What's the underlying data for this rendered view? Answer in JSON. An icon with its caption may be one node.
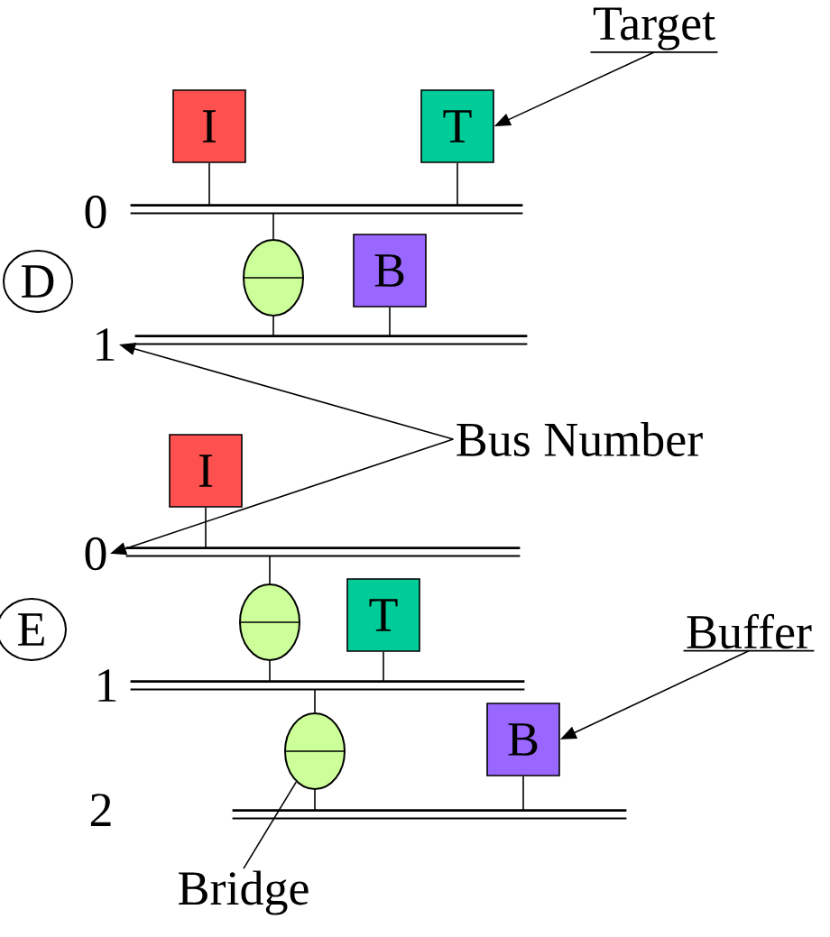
{
  "diagram": {
    "nodes": [
      {
        "text": [
          "Target"
        ]
      },
      {
        "text": [
          "I"
        ]
      },
      {
        "text": [
          "T"
        ]
      },
      {
        "text": [
          "0"
        ]
      },
      {
        "text": [],
        "shape": "bar"
      },
      {
        "text": [
          "D"
        ]
      },
      {
        "text": [],
        "shape": "ellipse"
      },
      {
        "text": [
          "B"
        ]
      },
      {
        "text": [
          "1"
        ]
      },
      {
        "text": [],
        "shape": "bar"
      },
      {
        "text": [
          "Bus Number"
        ]
      },
      {
        "text": [
          "I"
        ]
      },
      {
        "text": [
          "0"
        ]
      },
      {
        "text": [],
        "shape": "bar"
      },
      {
        "text": [
          "E"
        ]
      },
      {
        "text": [],
        "shape": "ellipse"
      },
      {
        "text": [
          "T"
        ]
      },
      {
        "text": [
          "1"
        ]
      },
      {
        "text": [],
        "shape": "bar"
      },
      {
        "text": [],
        "shape": "ellipse"
      },
      {
        "text": [
          "Buffer"
        ]
      },
      {
        "text": [
          "B"
        ]
      },
      {
        "text": [
          "2"
        ]
      },
      {
        "text": [],
        "shape": "bar"
      },
      {
        "text": [
          "Bridge"
        ]
      }
    ],
    "edges": [
      {
        "from": 0,
        "to": 2,
        "arrow": "to"
      },
      {
        "from": 1,
        "to": 4,
        "arrow": "none"
      },
      {
        "from": 2,
        "to": 4,
        "arrow": "none"
      },
      {
        "from": 6,
        "to": 4,
        "arrow": "none"
      },
      {
        "from": 6,
        "to": 9,
        "arrow": "none"
      },
      {
        "from": 7,
        "to": 9,
        "arrow": "none"
      },
      {
        "from": 10,
        "to": 8,
        "arrow": "to"
      },
      {
        "from": 10,
        "to": 12,
        "arrow": "to"
      },
      {
        "from": 11,
        "to": 13,
        "arrow": "none"
      },
      {
        "from": 15,
        "to": 13,
        "arrow": "none"
      },
      {
        "from": 15,
        "to": 18,
        "arrow": "none"
      },
      {
        "from": 16,
        "to": 18,
        "arrow": "none"
      },
      {
        "from": 19,
        "to": 18,
        "arrow": "none"
      },
      {
        "from": 19,
        "to": 23,
        "arrow": "none"
      },
      {
        "from": 21,
        "to": 23,
        "arrow": "none"
      },
      {
        "from": 20,
        "to": 21,
        "arrow": "to"
      },
      {
        "from": 24,
        "to": 19,
        "arrow": "none"
      }
    ]
  }
}
